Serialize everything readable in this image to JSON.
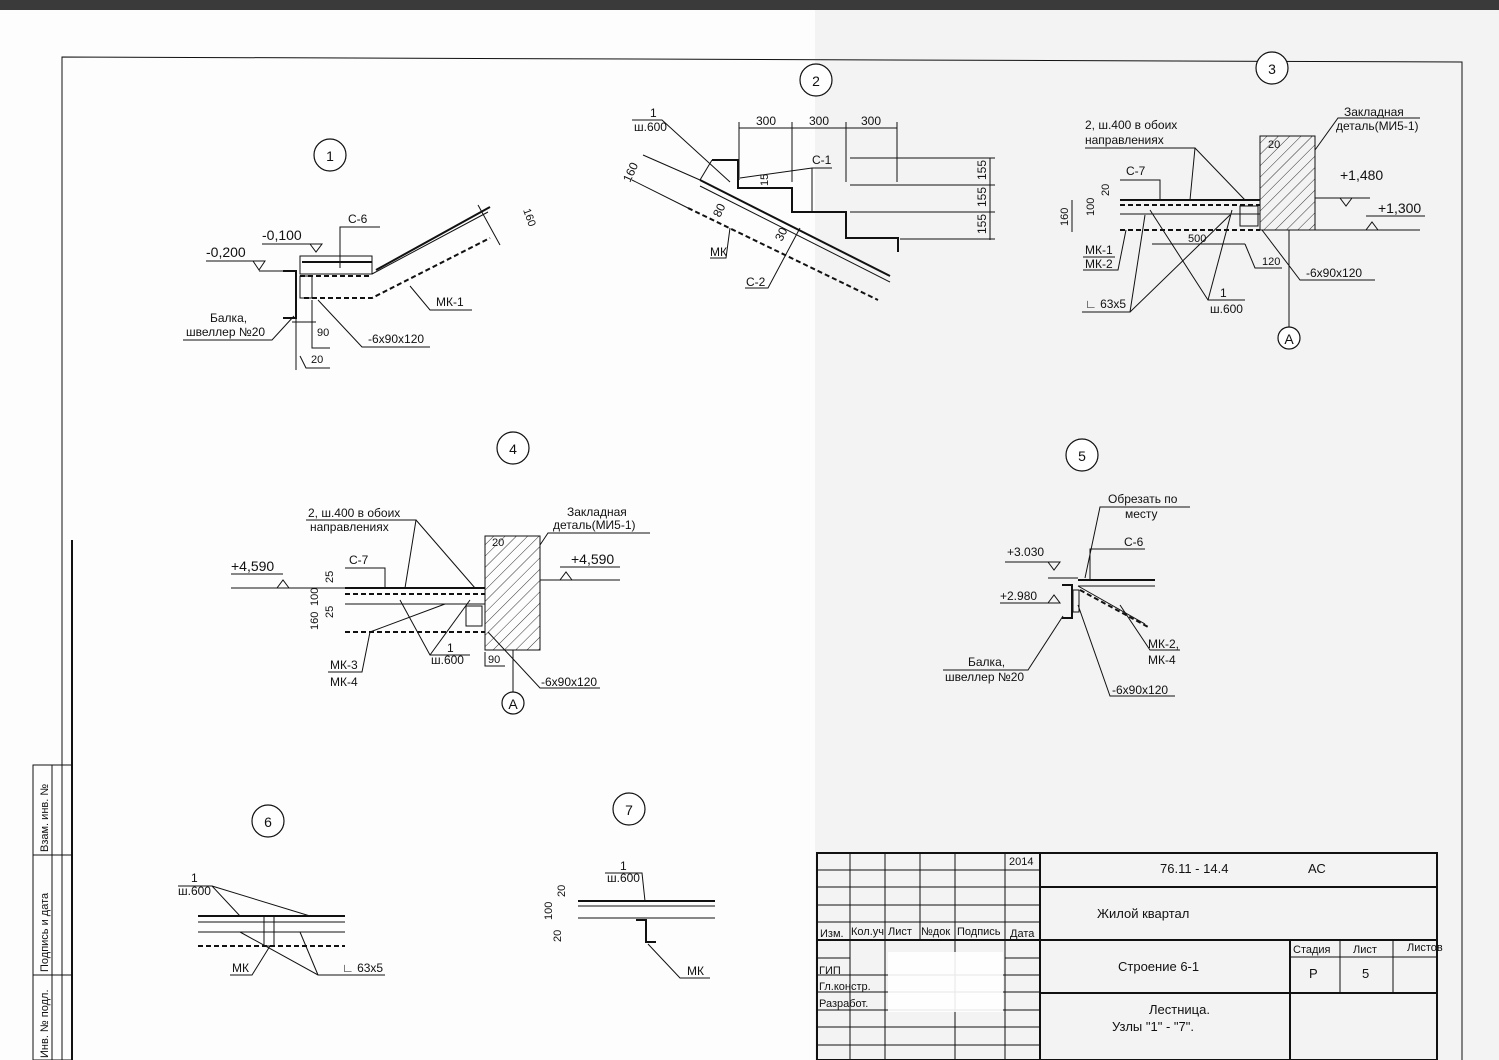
{
  "stamp": {
    "inv_podl": "Инв. № подл.",
    "podpis_data": "Подпись и дата",
    "vzam_inv": "Взам. инв. №"
  },
  "node1": {
    "num": "1",
    "c6": "С-6",
    "lvl1": "-0,100",
    "lvl2": "-0,200",
    "beam1": "Балка,",
    "beam2": "швеллер №20",
    "d90": "90",
    "d20": "20",
    "plate": "-6x90x120",
    "mk": "МК-1",
    "d160": "160"
  },
  "node2": {
    "num": "2",
    "n1": "1",
    "sh": "ш.600",
    "d300a": "300",
    "d300b": "300",
    "d300c": "300",
    "c1": "С-1",
    "d160": "160",
    "d15": "15",
    "d80": "80",
    "d30": "30",
    "d155a": "155",
    "d155b": "155",
    "d155c": "155",
    "mk": "МК",
    "c2": "С-2"
  },
  "node3": {
    "num": "3",
    "mesh1": "2, ш.400 в обоих",
    "mesh2": "направлениях",
    "emb1": "Закладная",
    "emb2": "деталь(МИ5-1)",
    "c7": "С-7",
    "d20": "20",
    "lvl1": "+1,480",
    "lvl2": "+1,300",
    "d160": "160",
    "d100": "100",
    "d20w": "20",
    "d500": "500",
    "d120": "120",
    "mk1": "МК-1",
    "mk2": "МК-2",
    "plate": "-6x90x120",
    "angle": "∟ 63x5",
    "n1": "1",
    "sh": "ш.600",
    "axis": "А"
  },
  "node4": {
    "num": "4",
    "mesh1": "2, ш.400 в обоих",
    "mesh2": "направлениях",
    "emb1": "Закладная",
    "emb2": "деталь(МИ5-1)",
    "lvl_l": "+4,590",
    "lvl_r": "+4,590",
    "c7": "С-7",
    "d25a": "25",
    "d160": "160",
    "d100": "100",
    "d25b": "25",
    "d20": "20",
    "mk3": "МК-3",
    "mk4": "МК-4",
    "n1": "1",
    "sh": "ш.600",
    "d90": "90",
    "plate": "-6x90x120",
    "axis": "А"
  },
  "node5": {
    "num": "5",
    "cut1": "Обрезать по",
    "cut2": "месту",
    "lvl1": "+3.030",
    "c6": "С-6",
    "lvl2": "+2.980",
    "mk1": "МК-2,",
    "mk2": "МК-4",
    "beam1": "Балка,",
    "beam2": "швеллер №20",
    "plate": "-6x90x120"
  },
  "node6": {
    "num": "6",
    "n1": "1",
    "sh": "ш.600",
    "mk": "МК",
    "angle": "∟ 63x5"
  },
  "node7": {
    "num": "7",
    "n1": "1",
    "sh": "ш.600",
    "d20a": "20",
    "d100": "100",
    "d20b": "20",
    "mk": "МК"
  },
  "title_block": {
    "year": "2014",
    "headers": [
      "Изм.",
      "Кол.уч",
      "Лист",
      "№док",
      "Подпись",
      "Дата"
    ],
    "roles": [
      "ГИП",
      "Гл.констр.",
      "Разработ."
    ],
    "code": "76.11 - 14.4",
    "mark": "АС",
    "project": "Жилой квартал",
    "structure": "Строение 6-1",
    "stage_label": "Стадия",
    "sheet_label": "Лист",
    "sheets_label": "Листов",
    "stage": "Р",
    "sheet": "5",
    "title1": "Лестница.",
    "title2": "Узлы \"1\" - \"7\"."
  }
}
